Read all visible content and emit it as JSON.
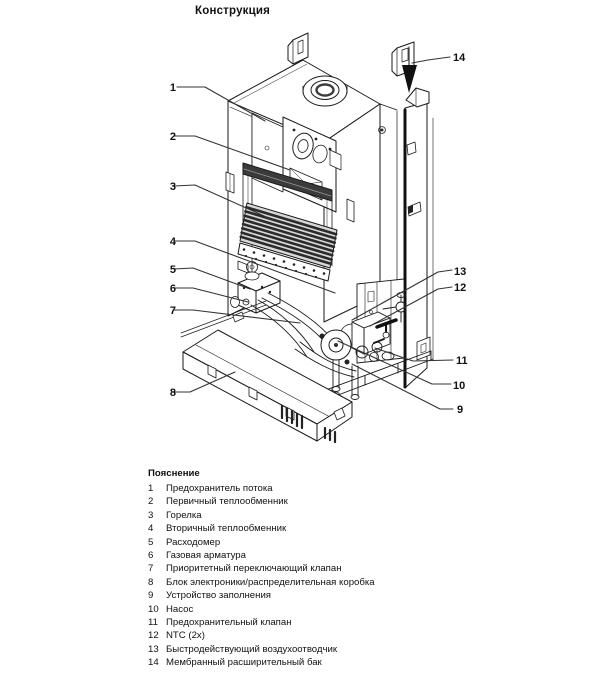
{
  "title": "Конструкция",
  "callouts": [
    "1",
    "2",
    "3",
    "4",
    "5",
    "6",
    "7",
    "8",
    "9",
    "10",
    "11",
    "12",
    "13",
    "14"
  ],
  "legend": {
    "heading": "Пояснение",
    "items": [
      {
        "num": "1",
        "label": "Предохранитель потока"
      },
      {
        "num": "2",
        "label": "Первичный теплообменник"
      },
      {
        "num": "3",
        "label": "Горелка"
      },
      {
        "num": "4",
        "label": "Вторичный теплообменник"
      },
      {
        "num": "5",
        "label": "Расходомер"
      },
      {
        "num": "6",
        "label": "Газовая арматура"
      },
      {
        "num": "7",
        "label": "Приоритетный переключающий клапан"
      },
      {
        "num": "8",
        "label": "Блок электроники/распределительная коробка"
      },
      {
        "num": "9",
        "label": "Устройство заполнения"
      },
      {
        "num": "10",
        "label": "Насос"
      },
      {
        "num": "11",
        "label": "Предохранительный клапан"
      },
      {
        "num": "12",
        "label": "NTC (2x)"
      },
      {
        "num": "13",
        "label": "Быстродействующий воздухоотводчик"
      },
      {
        "num": "14",
        "label": "Мембранный расширительный бак"
      }
    ]
  }
}
